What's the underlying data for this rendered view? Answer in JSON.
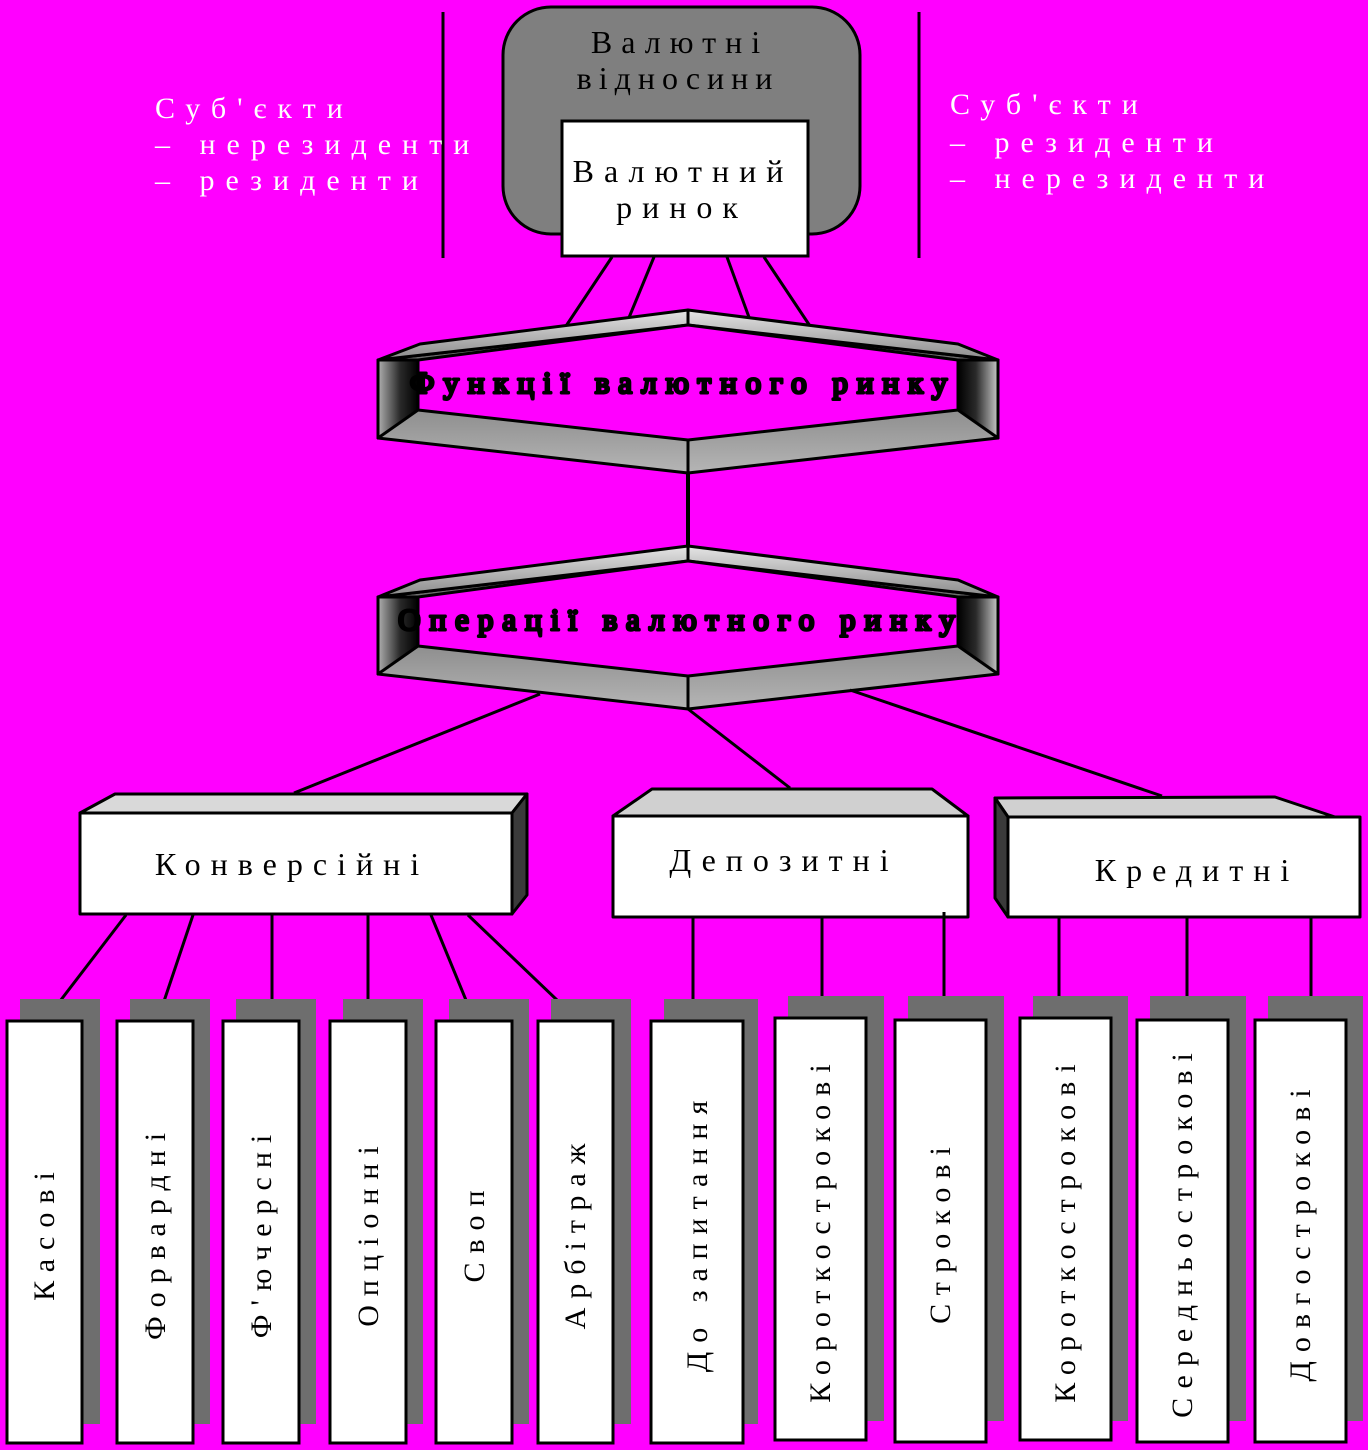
{
  "colors": {
    "background": "#FF00FF",
    "box_fill": "#FFFFFF",
    "stroke": "#000000",
    "rounded_box": "#7F7F7F",
    "shadow": "#6E6E6E",
    "subject_text": "#FFFFFF"
  },
  "root": {
    "title_line1": "Валютні",
    "title_line2": "відносини",
    "inner_line1": "Валютний",
    "inner_line2": "ринок"
  },
  "subjects_left": {
    "heading": "Суб'єкти",
    "item1": "–   нерезиденти",
    "item2": "–   резиденти"
  },
  "subjects_right": {
    "heading": "Суб'єкти",
    "item1": "–   резиденти",
    "item2": "–   нерезиденти"
  },
  "functions_label": "Функції валютного ринку",
  "operations_label": "Операції валютного ринку",
  "categories": {
    "conversion": "Конверсійні",
    "deposit": "Депозитні",
    "credit": "Кредитні"
  },
  "leaves": {
    "kasovi": "Касові",
    "forvardni": "Форвардні",
    "fyuchersni": "Ф'ючерсні",
    "optsionni": "Опціонні",
    "svop": "Своп",
    "arbitrazh": "Арбітраж",
    "do_zapytannya": "До запитання",
    "dep_korotkostrokovi": "Короткострокові",
    "strokovi": "Строкові",
    "kred_korotkostrokovi": "Короткострокові",
    "serednostrokovi": "Середньострокові",
    "dovhostrokovi": "Довгострокові"
  }
}
